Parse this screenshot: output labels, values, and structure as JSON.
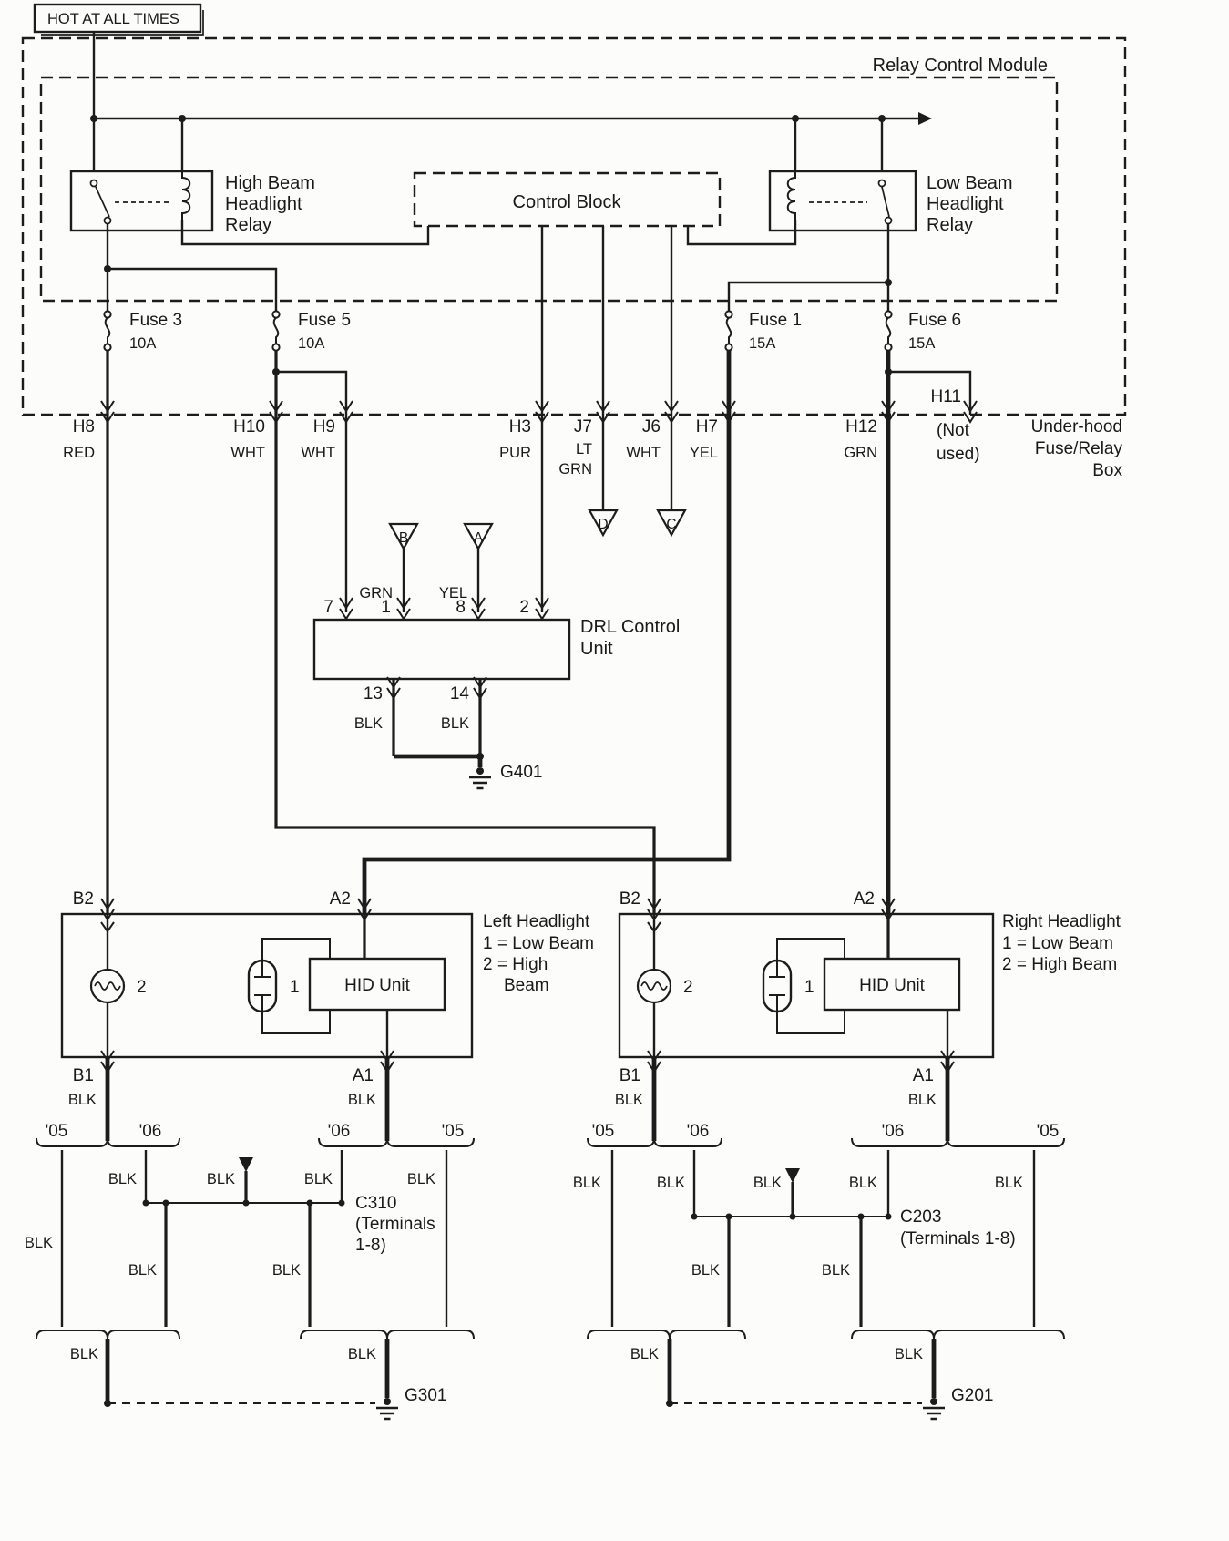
{
  "header": {
    "hot_label": "HOT AT ALL TIMES"
  },
  "boxes": {
    "relay_module": "Relay Control Module",
    "control_block": "Control Block",
    "underhood": [
      "Under-hood",
      "Fuse/Relay",
      "Box"
    ]
  },
  "relays": {
    "high_beam": [
      "High Beam",
      "Headlight",
      "Relay"
    ],
    "low_beam": [
      "Low Beam",
      "Headlight",
      "Relay"
    ]
  },
  "fuses": {
    "f3": {
      "name": "Fuse 3",
      "rating": "10A"
    },
    "f5": {
      "name": "Fuse 5",
      "rating": "10A"
    },
    "f1": {
      "name": "Fuse 1",
      "rating": "15A"
    },
    "f6": {
      "name": "Fuse 6",
      "rating": "15A"
    }
  },
  "pins": {
    "h8": {
      "id": "H8",
      "color": "RED"
    },
    "h10": {
      "id": "H10",
      "color": "WHT"
    },
    "h9": {
      "id": "H9",
      "color": "WHT"
    },
    "h3": {
      "id": "H3",
      "color": "PUR"
    },
    "j7": {
      "id": "J7",
      "color_l1": "LT",
      "color_l2": "GRN"
    },
    "j6": {
      "id": "J6",
      "color": "WHT"
    },
    "h7": {
      "id": "H7",
      "color": "YEL"
    },
    "h12": {
      "id": "H12",
      "color": "GRN"
    },
    "h11": {
      "id": "H11",
      "note_l1": "(Not",
      "note_l2": "used)"
    }
  },
  "inline_connectors": {
    "b": "B",
    "a": "A",
    "d": "D",
    "c": "C"
  },
  "drl": {
    "title_l1": "DRL Control",
    "title_l2": "Unit",
    "pin7": "7",
    "pin1": "1",
    "pin8": "8",
    "pin2": "2",
    "wire_grn": "GRN",
    "wire_yel": "YEL",
    "pin13": "13",
    "pin14": "14",
    "wire13": "BLK",
    "wire14": "BLK",
    "ground": "G401"
  },
  "left_headlight": {
    "b2": "B2",
    "a2": "A2",
    "b1": "B1",
    "a1": "A1",
    "b1_color": "BLK",
    "a1_color": "BLK",
    "bulb_high": "2",
    "bulb_low": "1",
    "hid": "HID Unit",
    "title": "Left Headlight",
    "note1": "1 = Low Beam",
    "note2": "2 = High",
    "note3": "Beam"
  },
  "right_headlight": {
    "b2": "B2",
    "a2": "A2",
    "b1": "B1",
    "a1": "A1",
    "b1_color": "BLK",
    "a1_color": "BLK",
    "bulb_high": "2",
    "bulb_low": "1",
    "hid": "HID Unit",
    "title": "Right Headlight",
    "note1": "1 = Low Beam",
    "note2": "2 = High Beam"
  },
  "ground_left": {
    "y05_left": "'05",
    "y06_left": "'06",
    "y06_right": "'06",
    "y05_right": "'05",
    "blk1": "BLK",
    "blk2": "BLK",
    "blk3": "BLK",
    "blk4": "BLK",
    "blk5": "BLK",
    "blk6": "BLK",
    "blk7": "BLK",
    "blk8": "BLK",
    "blk9": "BLK",
    "conn_l1": "C310",
    "conn_l2": "(Terminals",
    "conn_l3": "1-8)",
    "ground": "G301"
  },
  "ground_right": {
    "y05_left": "'05",
    "y06_left": "'06",
    "y06_right": "'06",
    "y05_right": "'05",
    "blk1": "BLK",
    "blk2": "BLK",
    "blk3": "BLK",
    "blk4": "BLK",
    "blk5": "BLK",
    "blk6": "BLK",
    "blk7": "BLK",
    "blk8": "BLK",
    "blk9": "BLK",
    "conn_l1": "C203",
    "conn_l2": "(Terminals 1-8)",
    "ground": "G201"
  }
}
